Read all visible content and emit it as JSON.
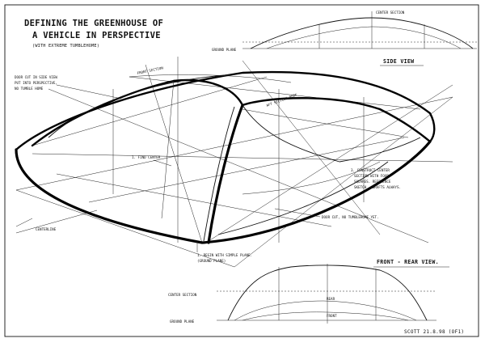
{
  "title": {
    "line1": "DEFINING THE GREENHOUSE OF",
    "line2": "A VEHICLE IN PERSPECTIVE",
    "line3": "(WITH EXTREME TUMBLEHOME)"
  },
  "side_view": {
    "center_section_label": "CENTER SECTION",
    "ground_plane_label": "GROUND PLANE",
    "view_label": "SIDE VIEW"
  },
  "perspective": {
    "door_cut_note": [
      "DOOR CUT IN SIDE VIEW",
      "PUT INTO PERSPECTIVE,",
      "NO TUMBLE HOME"
    ],
    "roof_section_label": "FRONT SECTION",
    "aft_section_label": "AFT SECTION ROOF",
    "find_center_label": "1. FIND CENTER",
    "construct_note": [
      "3. CONSTRUCT CENTER",
      "SECTION WITH FOUR",
      "SQUARES. REFERENCE",
      "SKETCH - DRAFTS ALWAYS."
    ],
    "door_cut_tumble_label": "DOOR CUT, NO TUMBLEHOME YET.",
    "centerline_label": "CENTERLINE",
    "begin_note": [
      "1. BEGIN WITH SIMPLE PLANE.",
      "(GROUND PLANE)"
    ]
  },
  "front_rear_view": {
    "view_label": "FRONT - REAR VIEW.",
    "center_section_label": "CENTER SECTION",
    "rear_label": "REAR",
    "front_label": "FRONT",
    "ground_plane_label": "GROUND PLANE"
  },
  "signature": "SCOTT 21.8.98 (OF1)"
}
